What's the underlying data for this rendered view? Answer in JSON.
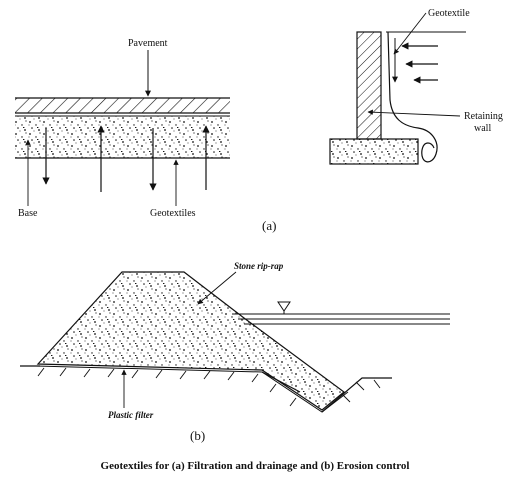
{
  "panel_a": {
    "pavement_label": "Pavement",
    "base_label": "Base",
    "geotextiles_label": "Geotextiles",
    "geotextile_label": "Geotextile",
    "retaining_wall_label_line1": "Retaining",
    "retaining_wall_label_line2": "wall",
    "panel_label": "(a)"
  },
  "panel_b": {
    "stone_riprap_label": "Stone rip-rap",
    "plastic_filter_label": "Plastic filter",
    "panel_label": "(b)"
  },
  "caption": "Geotextiles for (a) Filtration and drainage and (b) Erosion control",
  "colors": {
    "ink": "#111111",
    "background": "#ffffff"
  }
}
